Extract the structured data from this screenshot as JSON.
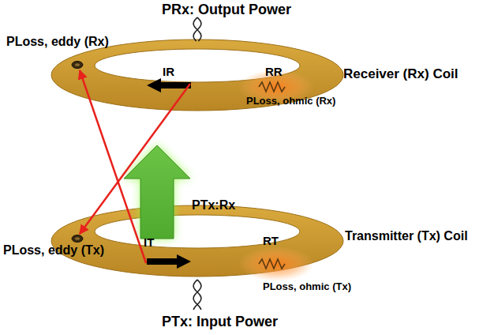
{
  "diagram": {
    "nodes": [
      {
        "text": [
          "Receiver (Rx) Coil"
        ]
      },
      {
        "text": [
          "Transmitter (Tx) Coil"
        ]
      }
    ],
    "edges": [
      {
        "from": 1,
        "to": 0,
        "arrow": "to",
        "label": "PTx:Rx"
      },
      {
        "from": 1,
        "to": 0,
        "arrow": "to"
      },
      {
        "from": 0,
        "to": 1,
        "arrow": "to"
      }
    ],
    "labels": [
      "PRx: Output Power",
      "PLoss, eddy (Rx)",
      "IR",
      "RR",
      "PLoss, ohmic (Rx)",
      "PLoss, eddy (Tx)",
      "IT",
      "RT",
      "PLoss, ohmic (Tx)",
      "PTx: Input Power"
    ]
  }
}
